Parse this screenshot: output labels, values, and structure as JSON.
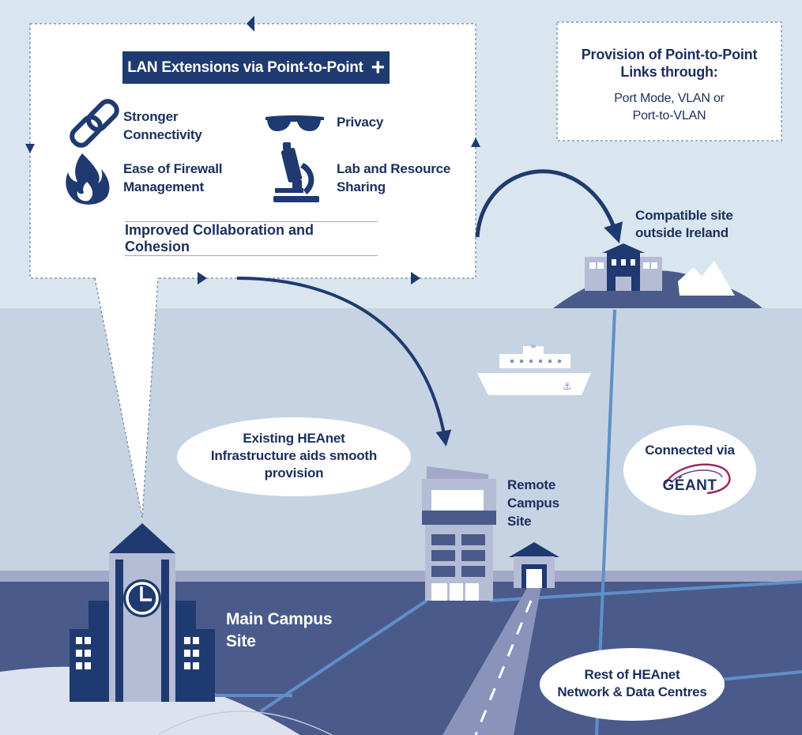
{
  "lan_box": {
    "title": "LAN Extensions via Point-to-Point",
    "plus_symbol": "+",
    "features": [
      {
        "icon": "chain-link-icon",
        "label_line1": "Stronger",
        "label_line2": "Connectivity"
      },
      {
        "icon": "sunglasses-icon",
        "label_line1": "Privacy",
        "label_line2": ""
      },
      {
        "icon": "flame-icon",
        "label_line1": "Ease of Firewall",
        "label_line2": "Management"
      },
      {
        "icon": "microscope-icon",
        "label_line1": "Lab and Resource",
        "label_line2": "Sharing"
      }
    ],
    "footer": "Improved Collaboration and Cohesion"
  },
  "provision_box": {
    "title_line1": "Provision of Point-to-Point",
    "title_line2": "Links through:",
    "body_line1": "Port Mode, VLAN or",
    "body_line2": "Port-to-VLAN"
  },
  "compatible_site": {
    "line1": "Compatible site",
    "line2": "outside Ireland"
  },
  "existing_infra": {
    "line1": "Existing HEAnet",
    "line2": "Infrastructure aids smooth",
    "line3": "provision"
  },
  "remote_campus": {
    "line1": "Remote",
    "line2": "Campus",
    "line3": "Site"
  },
  "connected_via": {
    "label": "Connected via",
    "logo_text": "GÉANT"
  },
  "main_campus": {
    "line1": "Main Campus",
    "line2": "Site"
  },
  "rest_network": {
    "line1": "Rest of HEAnet",
    "line2": "Network & Data Centres"
  },
  "colors": {
    "navy": "#1f3a70",
    "sky": "#d9e6ef",
    "sea": "#c6d3e2",
    "land": "#4a5a8a",
    "grey_purple": "#a3a8c8",
    "light_building": "#b5bcd6",
    "line_blue": "#5f8fc8",
    "text": "#1b2f5e"
  }
}
